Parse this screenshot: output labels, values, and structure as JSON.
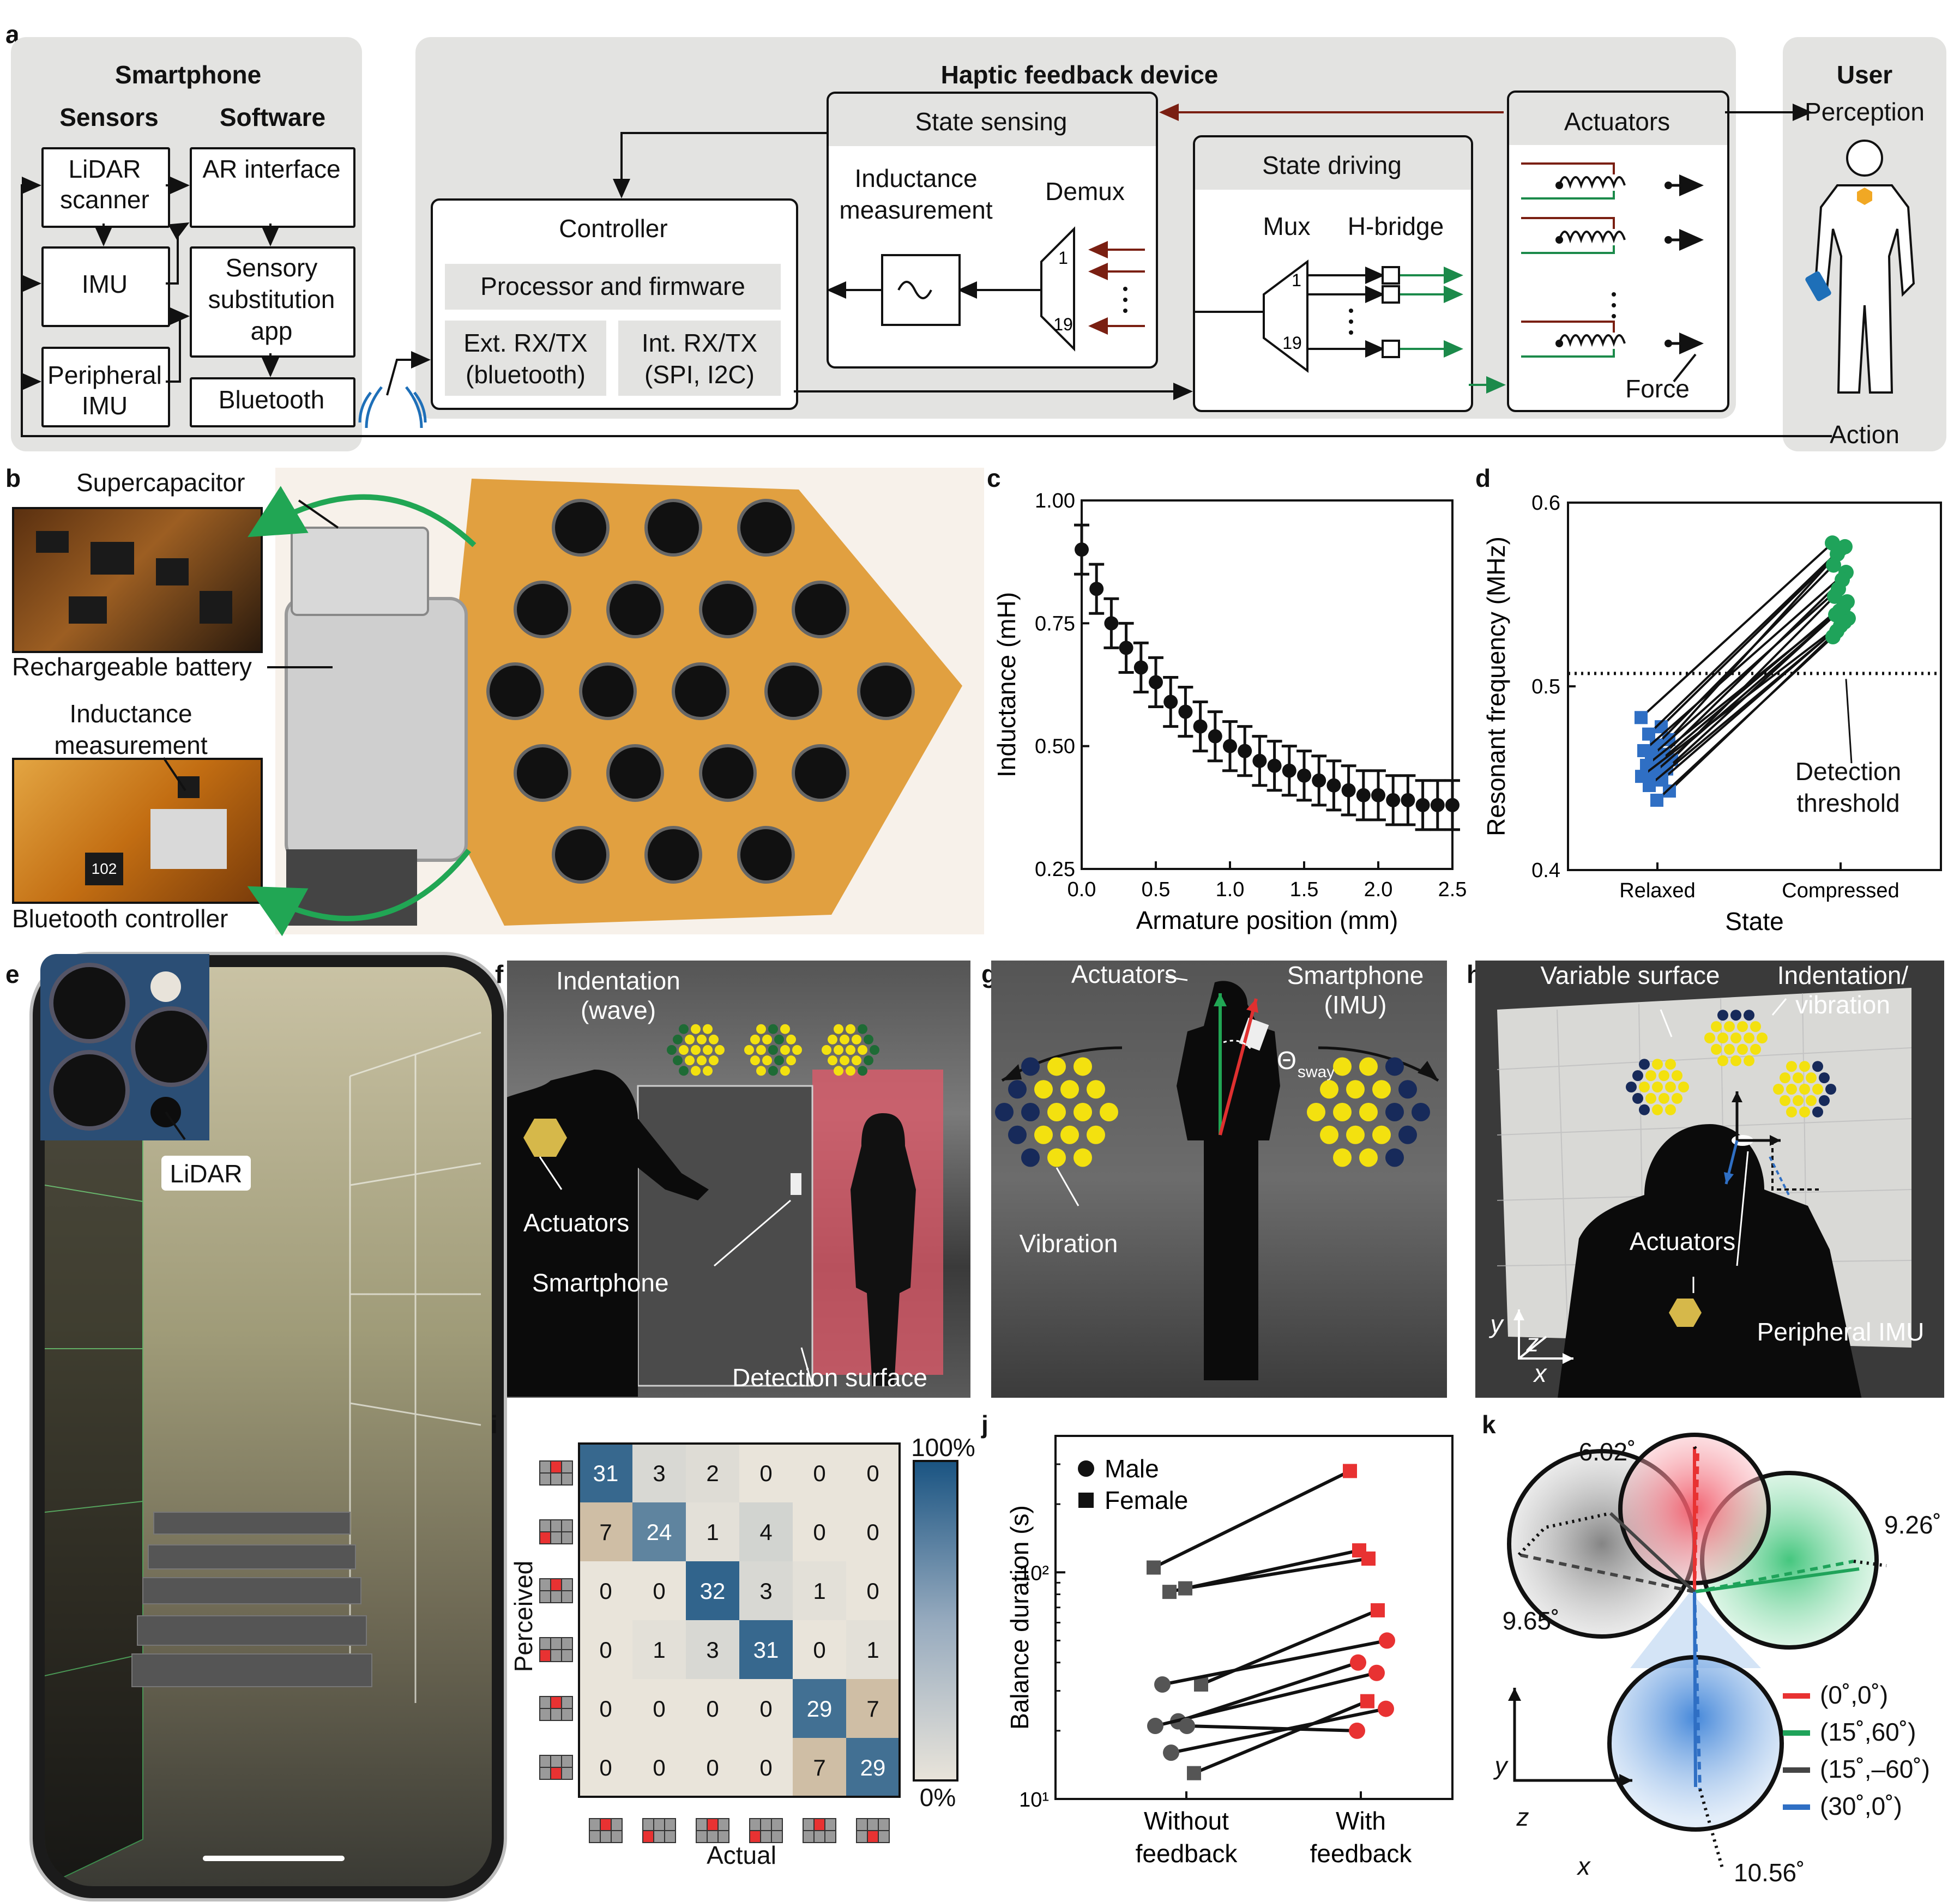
{
  "a": {
    "label": "a",
    "smartphone": {
      "title": "Smartphone",
      "sensors": "Sensors",
      "software": "Software",
      "lidar": "LiDAR scanner",
      "imu": "IMU",
      "peripheral_imu": "Peripheral IMU",
      "ar": "AR interface",
      "ssa": "Sensory substitution app",
      "bluetooth": "Bluetooth"
    },
    "haptic": {
      "title": "Haptic feedback device",
      "state_sensing": "State sensing",
      "inductance": "Inductance measurement",
      "demux": "Demux",
      "controller": "Controller",
      "processor": "Processor and firmware",
      "ext": "Ext. RX/TX (bluetooth)",
      "int": "Int. RX/TX (SPI, I2C)",
      "state_driving": "State driving",
      "mux": "Mux",
      "hbridge": "H-bridge",
      "actuators": "Actuators",
      "force": "Force",
      "n1": "1",
      "n19": "19"
    },
    "user": {
      "title": "User",
      "perception": "Perception",
      "action": "Action"
    }
  },
  "b": {
    "label": "b",
    "supercap": "Supercapacitor",
    "battery": "Rechargeable battery",
    "inductance": "Inductance measurement",
    "bt": "Bluetooth controller",
    "chip": "102"
  },
  "c": {
    "label": "c"
  },
  "d": {
    "label": "d",
    "detection": "Detection threshold"
  },
  "e": {
    "label": "e",
    "lidar": "LiDAR"
  },
  "f": {
    "label": "f",
    "indentation": "Indentation (wave)",
    "actuators": "Actuators",
    "smartphone": "Smartphone",
    "detection": "Detection surface"
  },
  "g": {
    "label": "g",
    "actuators": "Actuators",
    "smartphone": "Smartphone (IMU)",
    "theta": "Θ",
    "sway": "sway",
    "vibration": "Vibration"
  },
  "h": {
    "label": "h",
    "variable": "Variable surface",
    "indent": "Indentation/ vibration",
    "actuators": "Actuators",
    "pimu": "Peripheral IMU",
    "y": "y",
    "z": "z",
    "x": "x"
  },
  "i": {
    "label": "i",
    "ylabel": "Perceived",
    "xlabel": "Actual",
    "cb_top": "100%",
    "cb_bottom": "0%"
  },
  "j": {
    "label": "j"
  },
  "k": {
    "label": "k",
    "a1": "6.02˚",
    "a2": "9.26˚",
    "a3": "9.65˚",
    "a4": "10.56˚",
    "y": "y",
    "z": "z",
    "x": "x",
    "legend": [
      "(0˚,0˚)",
      "(15˚,60˚)",
      "(15˚,–60˚)",
      "(30˚,0˚)"
    ],
    "legend_colors": [
      "#e83232",
      "#1fa35a",
      "#444444",
      "#2f6fc4"
    ]
  },
  "chart_data": [
    {
      "panel": "c",
      "type": "line",
      "xlabel": "Armature position (mm)",
      "ylabel": "Inductance (mH)",
      "xlim": [
        0,
        2.5
      ],
      "ylim": [
        0.25,
        1.0
      ],
      "xticks": [
        "0.0",
        "0.5",
        "1.0",
        "1.5",
        "2.0",
        "2.5"
      ],
      "yticks": [
        "0.25",
        "0.50",
        "0.75",
        "1.00"
      ],
      "x": [
        0.0,
        0.1,
        0.2,
        0.3,
        0.4,
        0.5,
        0.6,
        0.7,
        0.8,
        0.9,
        1.0,
        1.1,
        1.2,
        1.3,
        1.4,
        1.5,
        1.6,
        1.7,
        1.8,
        1.9,
        2.0,
        2.1,
        2.2,
        2.3,
        2.4,
        2.5
      ],
      "y": [
        0.9,
        0.82,
        0.75,
        0.7,
        0.66,
        0.63,
        0.59,
        0.57,
        0.54,
        0.52,
        0.5,
        0.49,
        0.47,
        0.46,
        0.45,
        0.44,
        0.43,
        0.42,
        0.41,
        0.4,
        0.4,
        0.39,
        0.39,
        0.38,
        0.38,
        0.38
      ],
      "err": [
        0.05,
        0.05,
        0.05,
        0.05,
        0.05,
        0.05,
        0.05,
        0.05,
        0.05,
        0.05,
        0.05,
        0.05,
        0.05,
        0.05,
        0.05,
        0.05,
        0.05,
        0.05,
        0.05,
        0.05,
        0.05,
        0.05,
        0.05,
        0.05,
        0.05,
        0.05
      ]
    },
    {
      "panel": "d",
      "type": "scatter",
      "xlabel": "State",
      "ylabel": "Resonant frequency (MHz)",
      "categories": [
        "Relaxed",
        "Compressed"
      ],
      "ylim": [
        0.4,
        0.6
      ],
      "yticks": [
        "0.4",
        "0.5",
        "0.6"
      ],
      "threshold": 0.507,
      "relaxed": [
        0.483,
        0.478,
        0.474,
        0.471,
        0.468,
        0.465,
        0.463,
        0.462,
        0.46,
        0.459,
        0.457,
        0.455,
        0.453,
        0.451,
        0.449,
        0.446,
        0.443,
        0.438
      ],
      "compressed": [
        0.578,
        0.576,
        0.575,
        0.572,
        0.566,
        0.562,
        0.558,
        0.553,
        0.549,
        0.546,
        0.543,
        0.541,
        0.539,
        0.537,
        0.535,
        0.533,
        0.53,
        0.527
      ]
    },
    {
      "panel": "i",
      "type": "heatmap",
      "ylabel": "Perceived",
      "xlabel": "Actual",
      "matrix": [
        [
          31,
          3,
          2,
          0,
          0,
          0
        ],
        [
          7,
          24,
          1,
          4,
          0,
          0
        ],
        [
          0,
          0,
          32,
          3,
          1,
          0
        ],
        [
          0,
          1,
          3,
          31,
          0,
          1
        ],
        [
          0,
          0,
          0,
          0,
          29,
          7
        ],
        [
          0,
          0,
          0,
          0,
          7,
          29
        ]
      ],
      "red_cells": [
        [
          0,
          1
        ],
        [
          1,
          0
        ],
        [
          0,
          1
        ],
        [
          1,
          0
        ],
        [
          0,
          1
        ],
        [
          1,
          1
        ]
      ]
    },
    {
      "panel": "j",
      "type": "line",
      "ylabel": "Balance duration (s)",
      "yscale": "log",
      "ylim": [
        10,
        400
      ],
      "yticks": [
        "10¹",
        "10²"
      ],
      "categories": [
        "Without feedback",
        "With feedback"
      ],
      "legend": [
        "Male",
        "Female"
      ],
      "pairs": [
        {
          "sex": "Female",
          "without": 105,
          "with": 280
        },
        {
          "sex": "Female",
          "without": 82,
          "with": 125
        },
        {
          "sex": "Female",
          "without": 85,
          "with": 115
        },
        {
          "sex": "Female",
          "without": 32,
          "with": 68
        },
        {
          "sex": "Male",
          "without": 32,
          "with": 50
        },
        {
          "sex": "Male",
          "without": 22,
          "with": 40
        },
        {
          "sex": "Female",
          "without": 13,
          "with": 27
        },
        {
          "sex": "Male",
          "without": 21,
          "with": 36
        },
        {
          "sex": "Male",
          "without": 16,
          "with": 25
        },
        {
          "sex": "Male",
          "without": 21,
          "with": 20
        }
      ]
    }
  ]
}
